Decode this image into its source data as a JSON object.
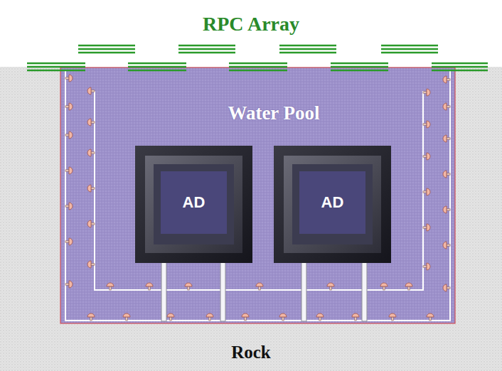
{
  "diagram": {
    "nodes": [
      {
        "text": [
          "Rock"
        ]
      },
      {
        "text": [
          "Water Pool"
        ],
        "in": 0
      },
      {
        "text": [
          "AD"
        ],
        "in": 1
      },
      {
        "text": [
          "AD"
        ],
        "in": 1
      }
    ],
    "labels": [
      "RPC Array"
    ]
  }
}
